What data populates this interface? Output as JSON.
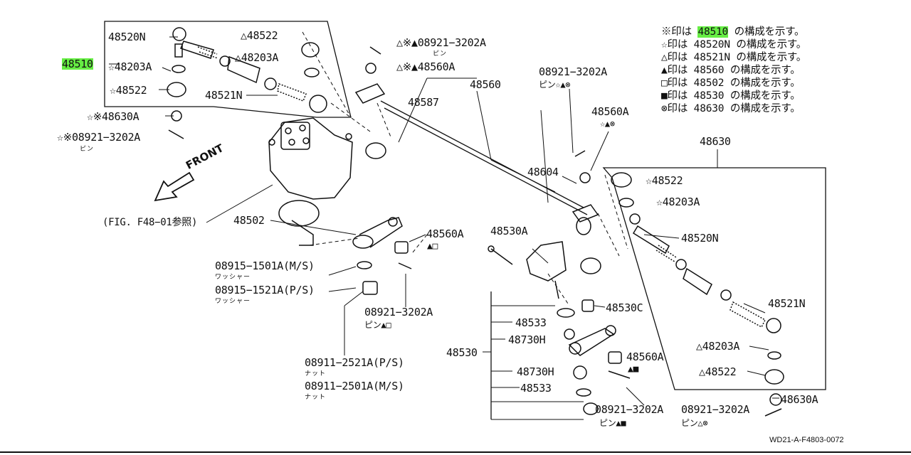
{
  "highlight_color": "#66ee44",
  "legend": [
    {
      "mark": "※印は",
      "part": "48510",
      "tail": "の構成を示す。",
      "highlight": true
    },
    {
      "mark": "☆印は",
      "part": "48520N",
      "tail": "の構成を示す。"
    },
    {
      "mark": "△印は",
      "part": "48521N",
      "tail": "の構成を示す。"
    },
    {
      "mark": "▲印は",
      "part": "48560",
      "tail": "の構成を示す。"
    },
    {
      "mark": "□印は",
      "part": "48502",
      "tail": "の構成を示す。"
    },
    {
      "mark": "■印は",
      "part": "48530",
      "tail": "の構成を示す。"
    },
    {
      "mark": "⊗印は",
      "part": "48630",
      "tail": "の構成を示す。"
    }
  ],
  "front_label": "FRONT",
  "figure_ref": "(FIG. F48−01参照)",
  "drawing_code": "WD21-A-F4803-0072",
  "labels": {
    "assembly_48510": "48510",
    "l_48520N": "48520N",
    "l_48203A_top": "☆48203A",
    "l_48522_left": "☆48522",
    "l_48630A_left": "☆※48630A",
    "l_pin_left": "☆※08921−3202A",
    "l_pin_left_sub": "ピン",
    "l_48522_top": "△48522",
    "l_48203A_mid": "△48203A",
    "l_48521N": "48521N",
    "l_pin_top": "△※▲08921−3202A",
    "l_pin_top_sub": "ピン",
    "l_48560A_top": "△※▲48560A",
    "l_48560": "48560",
    "l_48587": "48587",
    "l_pin_center": "08921−3202A",
    "l_pin_center_sub": "ピン☆▲⊗",
    "l_48560A_right": "48560A",
    "l_48560A_right_sub": "☆▲⊗",
    "l_48604": "48604",
    "l_48630": "48630",
    "l_48522_right": "☆48522",
    "l_48203A_right": "☆48203A",
    "l_48520N_right": "48520N",
    "l_48521N_right": "48521N",
    "l_48203A_right2": "△48203A",
    "l_48522_right2": "△48522",
    "l_48630A_right": "48630A",
    "l_pin_right": "08921−3202A",
    "l_pin_right_sub": "ピン△⊗",
    "l_48502": "48502",
    "l_48560A_idler": "48560A",
    "l_48560A_idler_sub": "▲□",
    "l_washer1": "08915−1501A(M/S)",
    "l_washer1_sub": "ワッシャー",
    "l_washer2": "08915−1521A(P/S)",
    "l_washer2_sub": "ワッシャー",
    "l_pin_idler": "08921−3202A",
    "l_pin_idler_sub": "ピン▲□",
    "l_nut1": "08911−2521A(P/S)",
    "l_nut1_sub": "ナット",
    "l_nut2": "08911−2501A(M/S)",
    "l_nut2_sub": "ナット",
    "l_48530A": "48530A",
    "l_48530C": "48530C",
    "l_48533_a": "48533",
    "l_48730H_a": "48730H",
    "l_48530": "48530",
    "l_48730H_b": "48730H",
    "l_48533_b": "48533",
    "l_48560A_arm": "48560A",
    "l_48560A_arm_sub": "▲■",
    "l_pin_arm": "08921−3202A",
    "l_pin_arm_sub": "ピン▲■"
  }
}
